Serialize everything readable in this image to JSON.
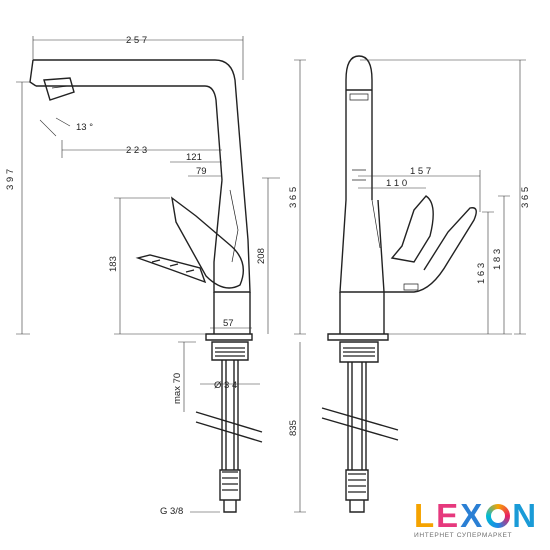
{
  "dimensions": {
    "d257": "2 5 7",
    "d13": "13 °",
    "d223": "2 2 3",
    "d121": "121",
    "d79": "79",
    "d397": "3 9 7",
    "d183_left": "183",
    "d208": "208",
    "d365_left": "3 6 5",
    "d57": "57",
    "dmax70": "max 70",
    "d34": "Ø 3 4",
    "d835": "835",
    "dg38": "G 3/8",
    "d157": "1 5 7",
    "d110": "1 1 0",
    "d163": "1 6 3",
    "d183_right": "1 8 3",
    "d365_right": "3 6 5"
  },
  "logo": {
    "letters_left": "LEX",
    "letter_right": "N",
    "tagline": "ИНТЕРНЕТ СУПЕРМАРКЕТ",
    "colors": {
      "L": "#f5a300",
      "E": "#e6397d",
      "X": "#2a7fd4",
      "N": "#1a9bd7"
    }
  }
}
